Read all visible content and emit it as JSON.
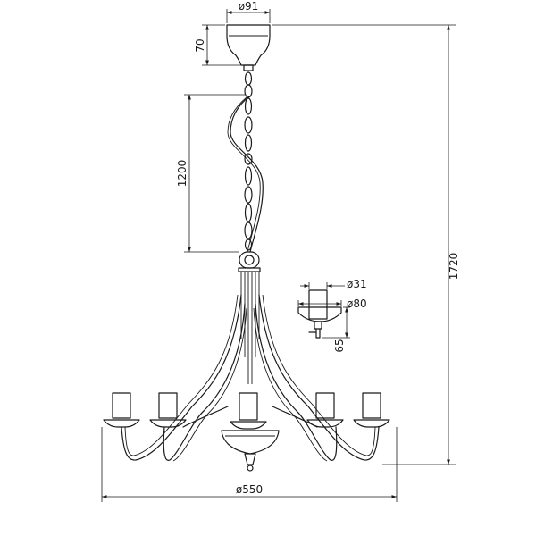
{
  "dimensions": {
    "canopy_diameter": "ø91",
    "canopy_height": "70",
    "chain_length": "1200",
    "total_height": "1720",
    "socket_diameter": "ø31",
    "cup_diameter": "ø80",
    "cup_height": "65",
    "overall_diameter": "ø550"
  }
}
